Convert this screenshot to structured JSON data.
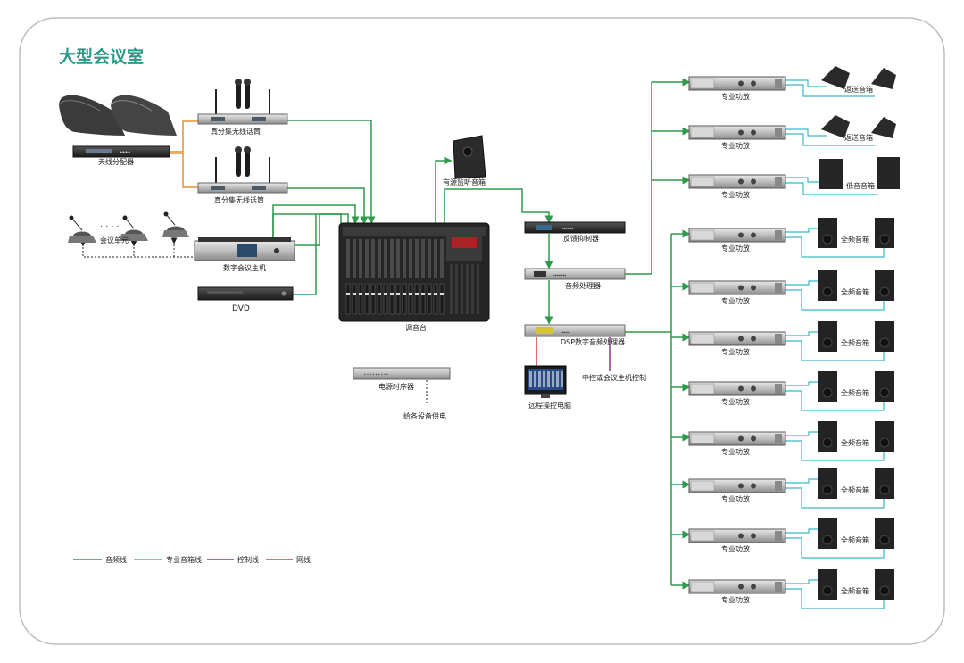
{
  "title": "大型会议室",
  "colors": {
    "audio": "#2e9a4a",
    "speaker": "#3bb7c8",
    "control": "#8a3a8a",
    "network": "#d63a3a",
    "power": "#555555",
    "title": "#2a9a86"
  },
  "devices": {
    "antenna_distributor": "天线分配器",
    "wireless_mic_1": "真分集无线话筒",
    "wireless_mic_2": "真分集无线话筒",
    "conference_unit": "会议单元",
    "conference_host": "数字会议主机",
    "dvd": "DVD",
    "monitor_speaker": "有源监听音箱",
    "mixer": "调音台",
    "feedback_suppressor": "反馈抑制器",
    "audio_processor": "音频处理器",
    "dsp_processor": "DSP数字音频处理器",
    "remote_pc": "远程操控电脑",
    "central_control": "中控或会议主机控制",
    "power_sequencer": "电源时序器",
    "power_supply": "给各设备供电",
    "amp": "专业功放",
    "return_speaker": "返送音箱",
    "sub_speaker": "低音音箱",
    "full_speaker": "全频音箱"
  },
  "legend": {
    "audio_line": "音频线",
    "speaker_line": "专业音箱线",
    "control_line": "控制线",
    "network_line": "网线"
  }
}
